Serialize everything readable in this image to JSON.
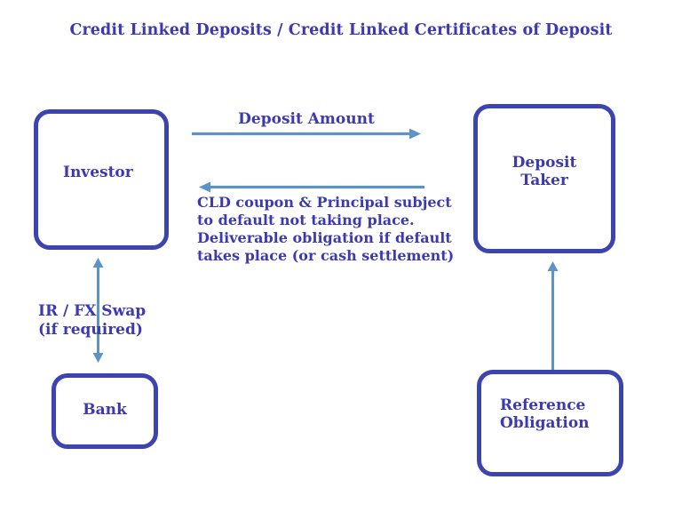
{
  "title": "Credit Linked Deposits / Credit Linked Certificates of Deposit",
  "colors": {
    "heading_text": "#3c39b1",
    "box_border": "#3c44b0",
    "arrow": "#5b94cc"
  },
  "nodes": {
    "investor": {
      "label": "Investor"
    },
    "deposit_taker": {
      "lines": [
        "Deposit",
        "Taker"
      ]
    },
    "bank": {
      "label": "Bank"
    },
    "reference_obligation": {
      "lines": [
        "Reference",
        "Obligation"
      ]
    }
  },
  "edges": {
    "deposit_amount": {
      "label": "Deposit Amount"
    },
    "cld_return": {
      "lines": [
        "CLD coupon & Principal subject",
        "to default not taking place.",
        "Deliverable obligation if default",
        "takes place (or cash settlement)"
      ]
    },
    "ir_fx_swap": {
      "lines": [
        "IR / FX Swap",
        "(if required)"
      ]
    }
  }
}
